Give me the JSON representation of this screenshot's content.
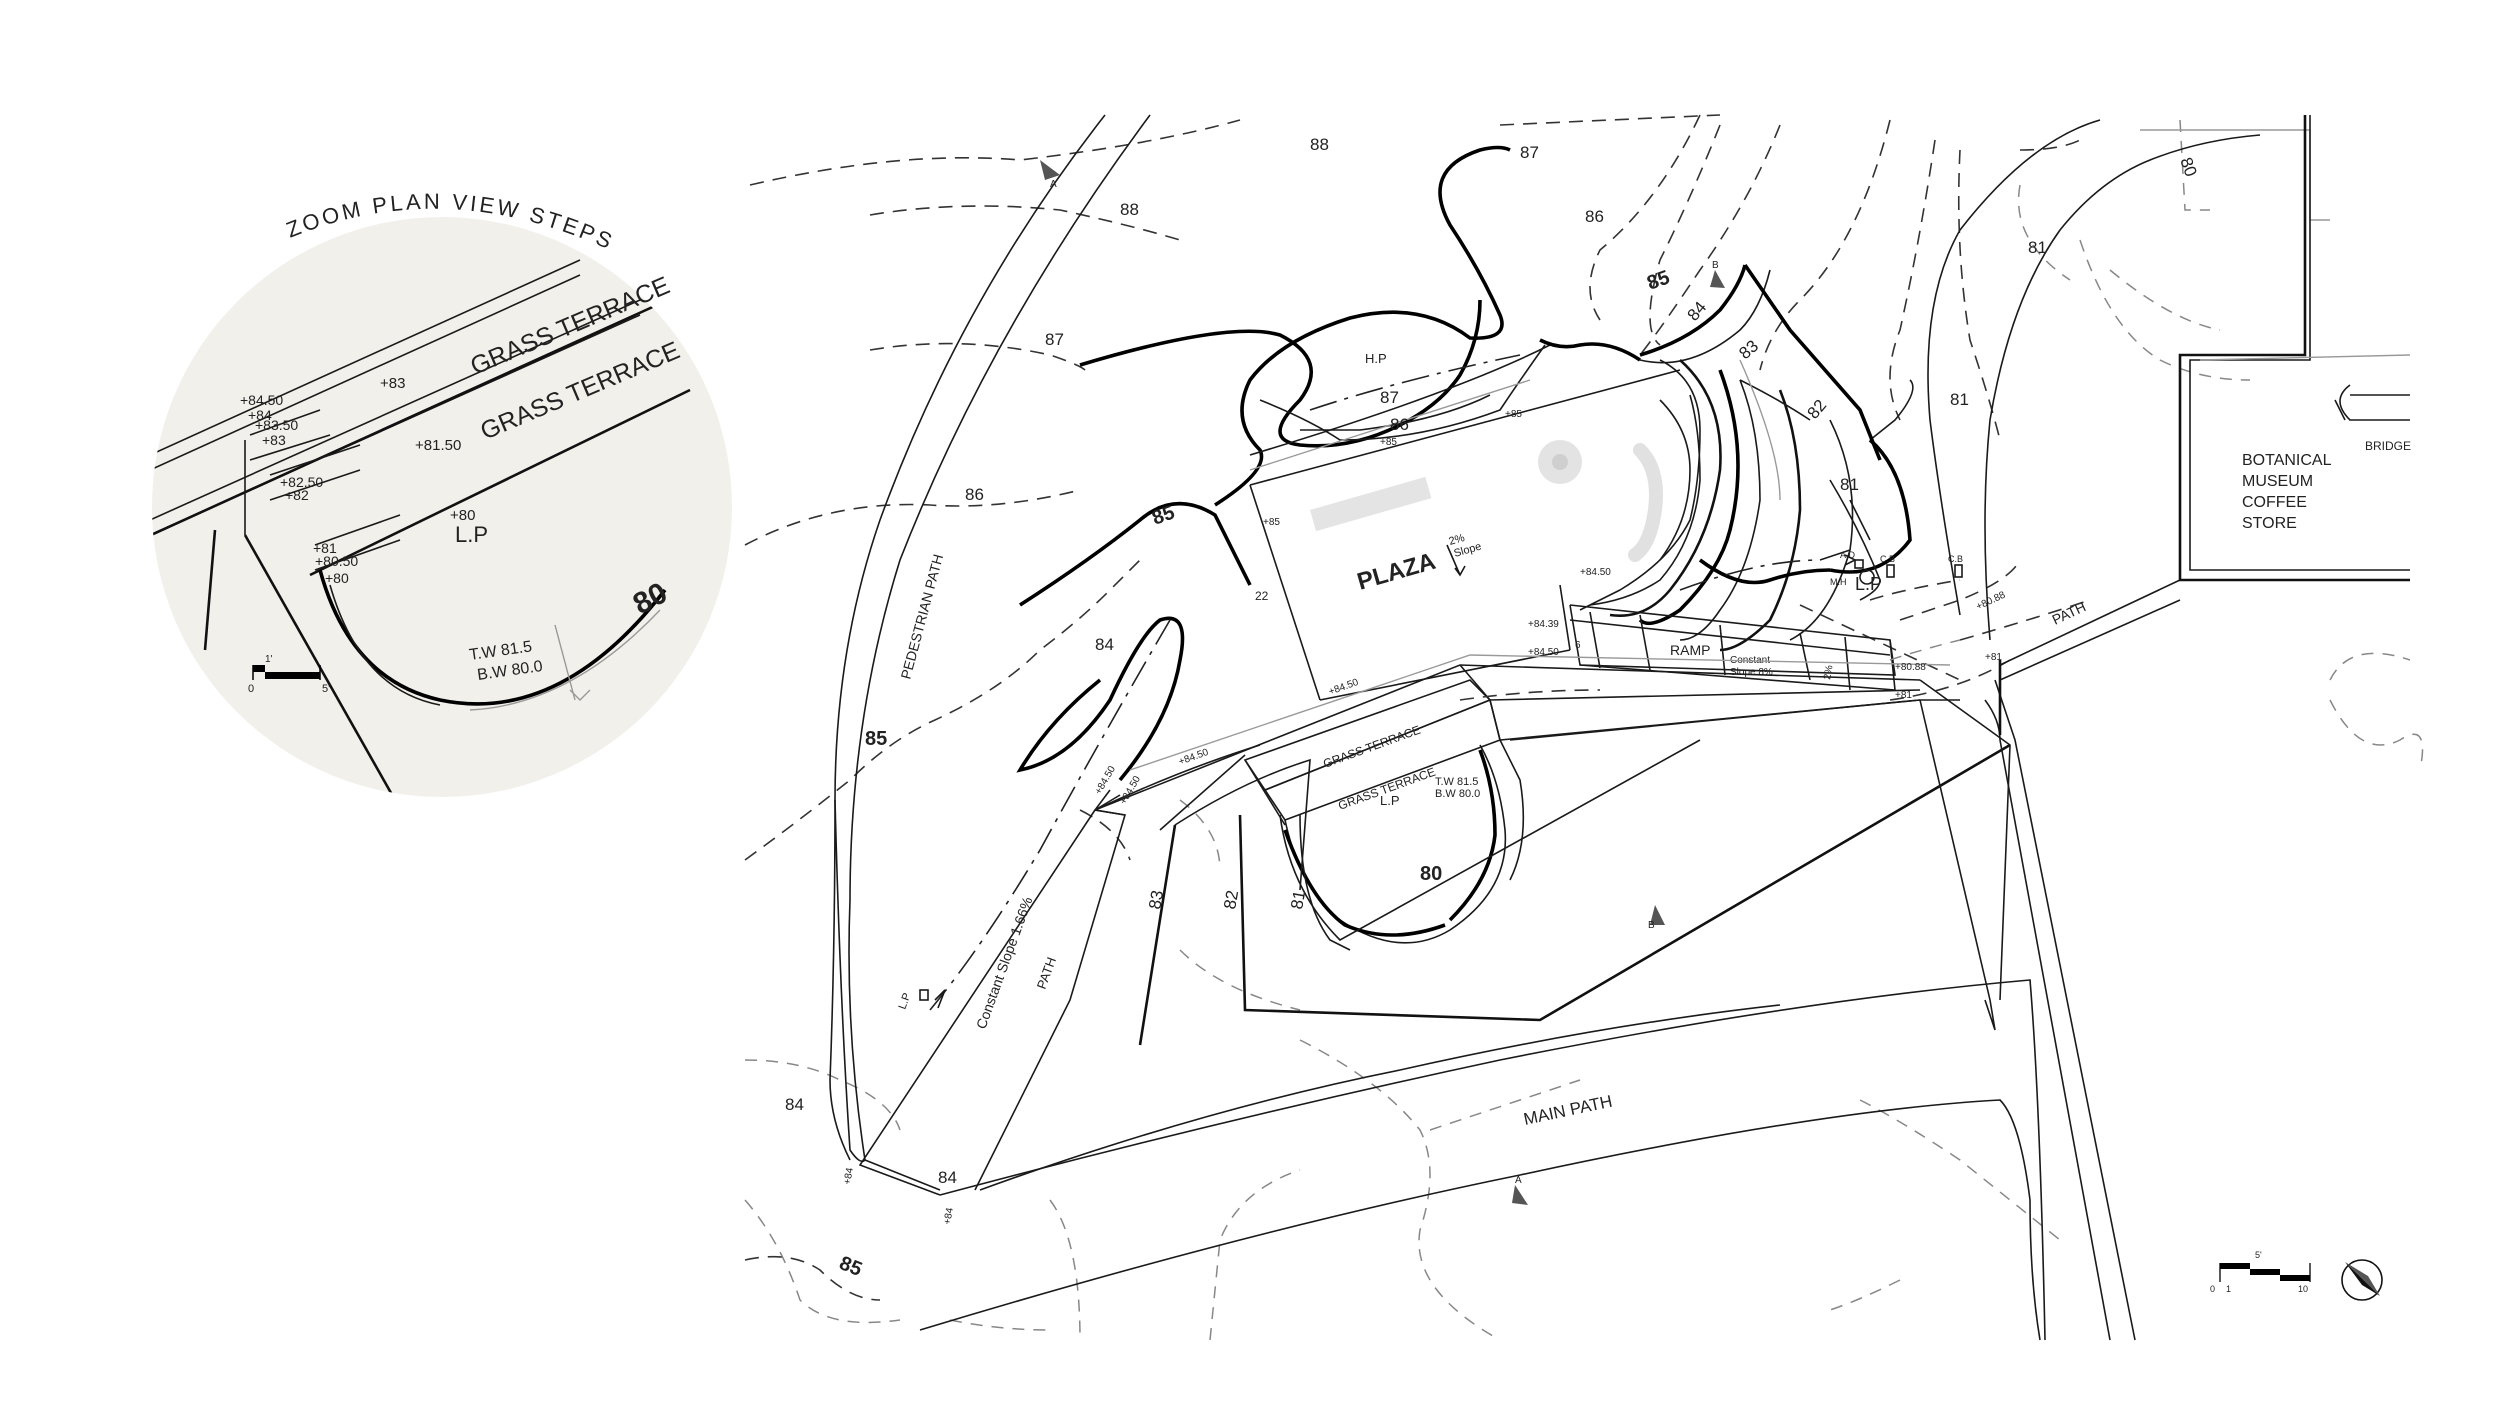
{
  "zoom": {
    "title": "ZOOM PLAN VIEW STEPS",
    "terrace_1": "GRASS TERRACE",
    "terrace_2": "GRASS TERRACE",
    "levels": [
      "+84.50",
      "+84",
      "+83.50",
      "+83",
      "+82.50",
      "+82",
      "+81",
      "+80.50",
      "+80"
    ],
    "label_83": "+83",
    "label_8150": "+81.50",
    "label_80": "+80",
    "lp": "L.P",
    "contour_80": "80",
    "tw": "T.W 81.5",
    "bw": "B.W 80.0",
    "scale_top": "1'",
    "scale_zero": "0",
    "scale_five": "5'"
  },
  "contours": {
    "c88a": "88",
    "c88b": "88",
    "c87a": "87",
    "c87b": "87",
    "c87c": "87",
    "c86a": "86",
    "c86b": "86",
    "c86c": "86",
    "c85a": "85",
    "c85b": "85",
    "c85c": "85",
    "c85d": "85",
    "c84a": "84",
    "c84b": "84",
    "c84c": "84",
    "c84d": "84",
    "c83a": "83",
    "c83b": "83",
    "c82a": "82",
    "c82b": "82",
    "c81a": "81",
    "c81b": "81",
    "c81c": "81",
    "c81d": "81",
    "c80a": "80",
    "c80b": "80"
  },
  "labels": {
    "plaza": "PLAZA",
    "slope_pct": "2%",
    "slope_word": "Slope",
    "hp": "H.P",
    "ramp": "RAMP",
    "constant": "Constant",
    "slope_8": "Slope 8%",
    "two_pct": "2%",
    "grass_terrace_1": "GRASS TERRACE",
    "grass_terrace_2": "GRASS TERRACE",
    "lp_1": "L.P",
    "lp_2": "L.P",
    "lp_3": "L.P",
    "tw": "T.W 81.5",
    "bw": "B.W 80.0",
    "pedestrian_path": "PEDESTRIAN PATH",
    "path_1": "PATH",
    "path_2": "PATH",
    "main_path": "MAIN PATH",
    "constant_slope": "Constant Slope 1.66%",
    "botanical": [
      "BOTANICAL",
      "MUSEUM",
      "COFFEE",
      "STORE"
    ],
    "bridge": "BRIDGE",
    "section_a": "A",
    "section_a2": "A",
    "section_b": "B",
    "section_b2": "B",
    "dim_22": "22",
    "ad": "A.D",
    "mh": "M.H",
    "cb": "C.B",
    "cb2": "C.B"
  },
  "spot_levels": {
    "s85a": "+85",
    "s85b": "+85",
    "s85c": "+85",
    "s8450a": "+84.50",
    "s8450b": "+84.50",
    "s8450c": "+84.50",
    "s8450d": "+84.50",
    "s8450e": "+84.50",
    "s8439": "+84.39",
    "s8088": "+80.88",
    "s8088b": "+80.88",
    "s81a": "+81",
    "s81b": "+81",
    "s84a": "+84",
    "s84b": "+84",
    "s84c": "+84.50",
    "s6": "6"
  },
  "scale_bar": {
    "zero": "0",
    "one": "1",
    "five": "5'",
    "ten": "10"
  }
}
